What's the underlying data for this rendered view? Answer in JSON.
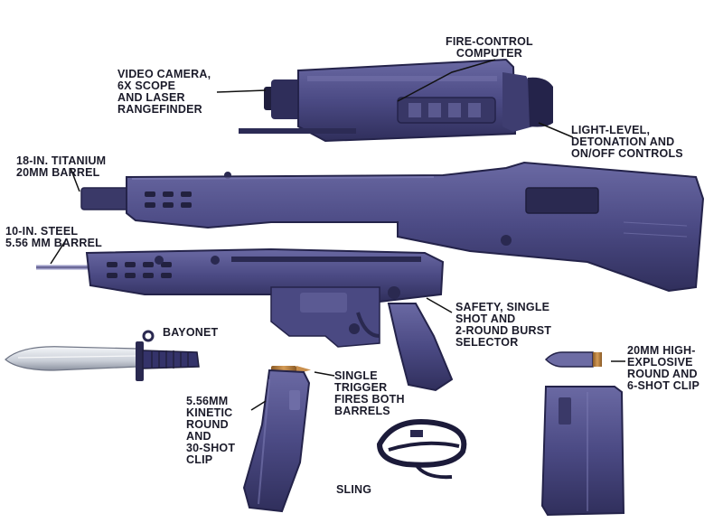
{
  "labels": {
    "fire_control_computer": [
      "FIRE-CONTROL",
      "COMPUTER"
    ],
    "video_camera": [
      "VIDEO CAMERA,",
      "6X SCOPE",
      "AND LASER",
      "RANGEFINDER"
    ],
    "light_level": [
      "LIGHT-LEVEL,",
      "DETONATION AND",
      "ON/OFF CONTROLS"
    ],
    "titanium_barrel": [
      "18-IN. TITANIUM",
      "20MM BARREL"
    ],
    "steel_barrel": [
      "10-IN. STEEL",
      "5.56 MM BARREL"
    ],
    "safety_selector": [
      "SAFETY, SINGLE",
      "SHOT AND",
      "2-ROUND BURST",
      "SELECTOR"
    ],
    "bayonet": [
      "BAYONET"
    ],
    "round_20mm": [
      "20MM HIGH-",
      "EXPLOSIVE",
      "ROUND AND",
      "6-SHOT CLIP"
    ],
    "single_trigger": [
      "SINGLE",
      "TRIGGER",
      "FIRES BOTH",
      "BARRELS"
    ],
    "kinetic_round": [
      "5.56MM",
      "KINETIC",
      "ROUND",
      "AND",
      "30-SHOT",
      "CLIP"
    ],
    "sling": [
      "SLING"
    ]
  },
  "colors": {
    "body": "#4b4a84",
    "body_dark": "#2c2b55",
    "body_light": "#6e6da6",
    "blade": "#d9dde4",
    "brass": "#b07a3a",
    "label": "#1b1b2a"
  }
}
